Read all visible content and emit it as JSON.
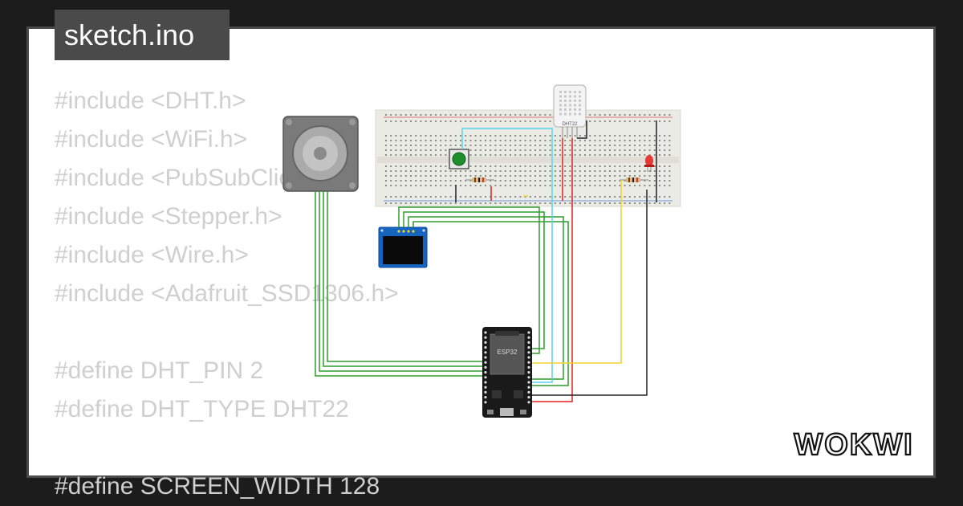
{
  "tab": {
    "title": "sketch.ino"
  },
  "code_lines": [
    "#include <DHT.h>",
    "#include <WiFi.h>",
    "#include <PubSubClient.h>",
    "#include <Stepper.h>",
    "#include <Wire.h>",
    "#include <Adafruit_SSD1306.h>",
    "",
    "#define DHT_PIN 2",
    "#define DHT_TYPE DHT22",
    "",
    "#define SCREEN_WIDTH 128"
  ],
  "components": {
    "mcu_label": "ESP32",
    "sensor_label": "DHT22"
  },
  "logo": {
    "text": "WOKWI"
  },
  "colors": {
    "background": "#1c1c1c",
    "sheet": "#ffffff",
    "tab": "#4a4a4a",
    "code_text": "#cfcfcf",
    "wire_green": "#2e9e2e",
    "wire_cyan": "#55d4f0",
    "wire_red": "#e02020",
    "wire_yellow": "#f2d230",
    "wire_black": "#222222",
    "oled_blue": "#1565c0",
    "led_red": "#e53935"
  }
}
